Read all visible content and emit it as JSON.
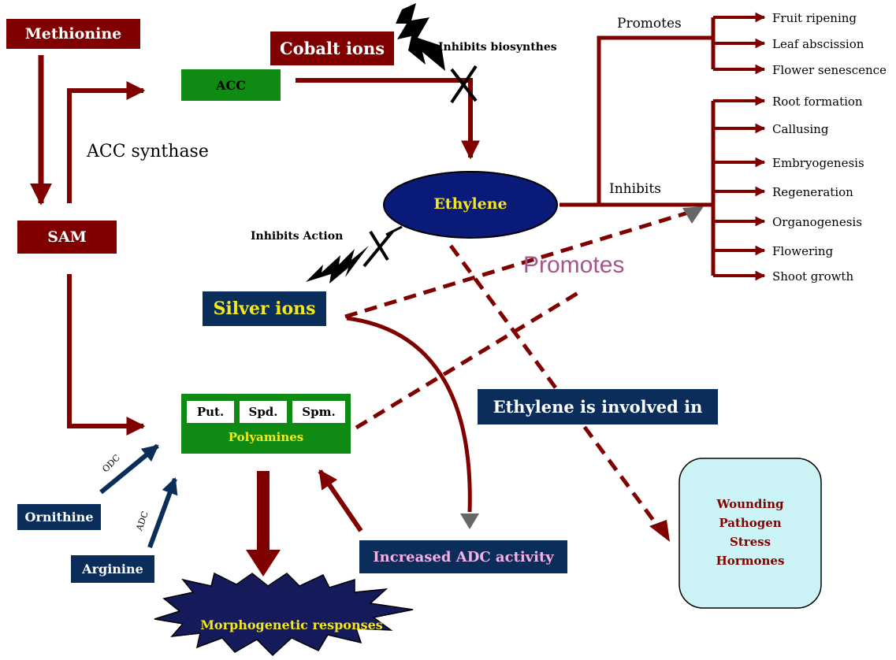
{
  "nodes": {
    "methionine": "Methionine",
    "cobalt": "Cobalt ions",
    "acc": "ACC",
    "acc_synthase": "ACC synthase",
    "sam": "SAM",
    "ethylene": "Ethylene",
    "silver": "Silver ions",
    "ornithine": "Ornithine",
    "arginine": "Arginine",
    "odc": "ODC",
    "adc": "ADC",
    "increased_adc": "Increased ADC activity",
    "ethylene_involved": "Ethylene is involved in",
    "morphogenetic": "Morphogenetic responses"
  },
  "polyamines": {
    "title": "Polyamines",
    "items": [
      "Put.",
      "Spd.",
      "Spm."
    ]
  },
  "labels": {
    "inhibits_biosynthesis": "Inhibits biosynthes",
    "inhibits_action": "Inhibits Action",
    "promotes_top": "Promotes",
    "inhibits": "Inhibits",
    "promotes_big": "Promotes"
  },
  "promoted_effects": [
    "Fruit ripening",
    "Leaf abscission",
    "Flower senescence"
  ],
  "inhibited_effects": [
    "Root formation",
    "Callusing",
    "Embryogenesis",
    "Regeneration",
    "Organogenesis",
    "Flowering",
    "Shoot growth"
  ],
  "stress_factors": [
    "Wounding",
    "Pathogen",
    "Stress",
    "Hormones"
  ],
  "colors": {
    "maroon": "#800000",
    "navy": "#0b2d5a",
    "green": "#0f8a12",
    "ethylene_fill": "#0a1a78",
    "yellow_text": "#f4e81a",
    "pink_text": "#f3b2e6",
    "promotes_purple": "#a8558a",
    "stress_box": "#ccf3f6",
    "grey_arrow": "#666666"
  }
}
